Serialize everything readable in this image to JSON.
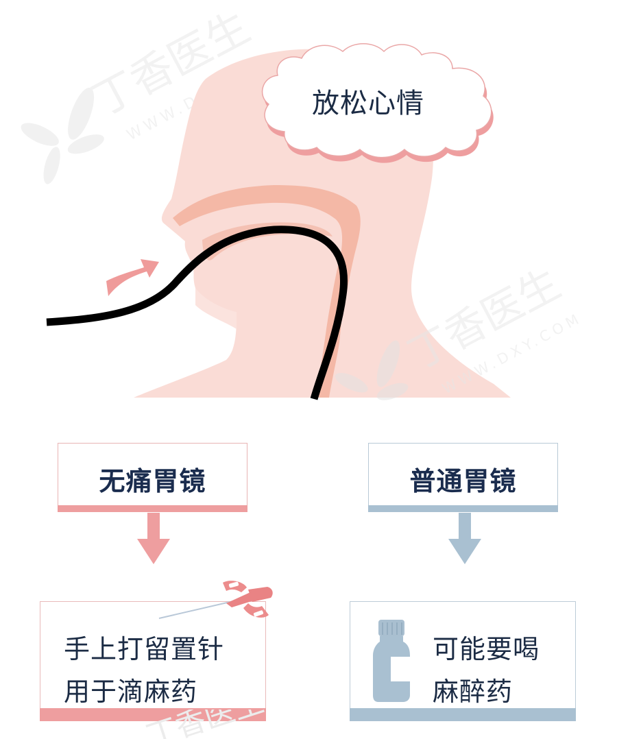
{
  "illustration": {
    "cloud_text": "放松心情",
    "watermark": {
      "brand": "丁香医生",
      "url": "WWW.DXY.COM"
    }
  },
  "comparison": {
    "left": {
      "title": "无痛胃镜",
      "detail_lines": [
        "手上打留置针",
        "用于滴麻药"
      ],
      "icon": "iv-cannula-icon",
      "color": "#ee9e9f"
    },
    "right": {
      "title": "普通胃镜",
      "detail_lines": [
        "可能要喝",
        "麻醉药"
      ],
      "icon": "medicine-bottle-icon",
      "color": "#a9c0d1"
    }
  },
  "colors": {
    "text_dark": "#1b2b44",
    "skin": "#fadcd6",
    "throat": "#f4b8a6",
    "endoscope": "#000000"
  }
}
